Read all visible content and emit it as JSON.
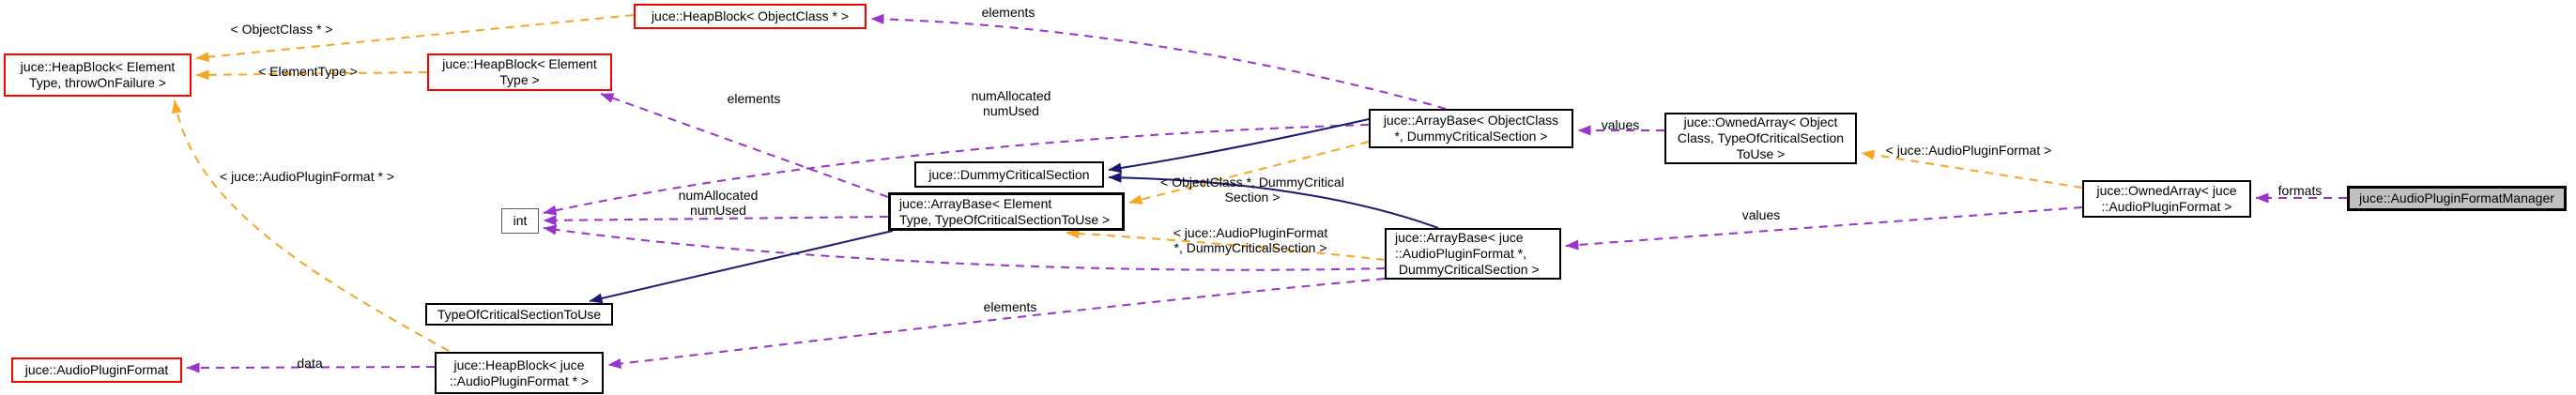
{
  "diagram": {
    "type": "collaboration-graph",
    "main_class": "juce::AudioPluginFormatManager"
  },
  "colors": {
    "template_edge": "#f5a623",
    "usage_edge": "#9a32cd",
    "inheritance_edge": "#191970",
    "template_node_border": "#ff0000",
    "node_border": "#000000",
    "main_node_fill": "#c0c0c0",
    "background": "#ffffff"
  },
  "nodes": {
    "hb_template": {
      "label": "juce::HeapBlock< Element\nType, throwOnFailure >"
    },
    "hb_objectclass": {
      "label": "juce::HeapBlock< ObjectClass * >"
    },
    "hb_elementtype": {
      "label": "juce::HeapBlock< Element\nType >"
    },
    "dummycs": {
      "label": "juce::DummyCriticalSection"
    },
    "arraybase_oc": {
      "label": "juce::ArrayBase< ObjectClass\n*, DummyCriticalSection >"
    },
    "ownedarray_oc": {
      "label": "juce::OwnedArray< Object\nClass, TypeOfCriticalSection\nToUse >"
    },
    "int_box": {
      "label": "int"
    },
    "arraybase_et": {
      "label": "juce::ArrayBase< Element\nType, TypeOfCriticalSectionToUse >"
    },
    "arraybase_apf": {
      "label": "juce::ArrayBase< juce\n::AudioPluginFormat *,\n DummyCriticalSection >"
    },
    "ownedarray_apf": {
      "label": "juce::OwnedArray< juce\n::AudioPluginFormat >"
    },
    "manager": {
      "label": "juce::AudioPluginFormatManager"
    },
    "typeofcs": {
      "label": "TypeOfCriticalSectionToUse"
    },
    "hb_apf": {
      "label": "juce::HeapBlock< juce\n::AudioPluginFormat * >"
    },
    "apf": {
      "label": "juce::AudioPluginFormat"
    }
  },
  "edge_labels": {
    "el_objectclass_star": "< ObjectClass * >",
    "el_elementtype": "< ElementType >",
    "el_elements_top": "elements",
    "el_num_top": "numAllocated\nnumUsed",
    "el_ocdcs": "< ObjectClass *, DummyCritical\nSection >",
    "el_values_top": "values",
    "el_apf_tmpl": "< juce::AudioPluginFormat >",
    "el_elements_mid": "elements",
    "el_num_mid": "numAllocated\nnumUsed",
    "el_apfdcs": "< juce::AudioPluginFormat\n*, DummyCriticalSection >",
    "el_values_bot": "values",
    "el_formats": "formats",
    "el_elements_bot": "elements",
    "el_apf_star": "< juce::AudioPluginFormat * >",
    "el_data": "data"
  },
  "edges": [
    {
      "from": "hb_objectclass",
      "to": "hb_template",
      "label": "< ObjectClass * >",
      "kind": "template"
    },
    {
      "from": "hb_elementtype",
      "to": "hb_template",
      "label": "< ElementType >",
      "kind": "template"
    },
    {
      "from": "hb_apf",
      "to": "hb_template",
      "label": "< juce::AudioPluginFormat * >",
      "kind": "template"
    },
    {
      "from": "arraybase_oc",
      "to": "arraybase_et",
      "label": "< ObjectClass *, DummyCritical Section >",
      "kind": "template"
    },
    {
      "from": "arraybase_apf",
      "to": "arraybase_et",
      "label": "< juce::AudioPluginFormat *, DummyCriticalSection >",
      "kind": "template"
    },
    {
      "from": "ownedarray_apf",
      "to": "ownedarray_oc",
      "label": "< juce::AudioPluginFormat >",
      "kind": "template"
    },
    {
      "from": "arraybase_oc",
      "to": "hb_objectclass",
      "label": "elements",
      "kind": "usage"
    },
    {
      "from": "arraybase_oc",
      "to": "int_box",
      "label": "numAllocated numUsed",
      "kind": "usage"
    },
    {
      "from": "arraybase_et",
      "to": "hb_elementtype",
      "label": "elements",
      "kind": "usage"
    },
    {
      "from": "arraybase_et",
      "to": "int_box",
      "label": "numAllocated numUsed",
      "kind": "usage"
    },
    {
      "from": "arraybase_apf",
      "to": "int_box",
      "label": "numAllocated numUsed",
      "kind": "usage"
    },
    {
      "from": "arraybase_apf",
      "to": "hb_apf",
      "label": "elements",
      "kind": "usage"
    },
    {
      "from": "ownedarray_oc",
      "to": "arraybase_oc",
      "label": "values",
      "kind": "usage"
    },
    {
      "from": "ownedarray_apf",
      "to": "arraybase_apf",
      "label": "values",
      "kind": "usage"
    },
    {
      "from": "manager",
      "to": "ownedarray_apf",
      "label": "formats",
      "kind": "usage"
    },
    {
      "from": "hb_apf",
      "to": "apf",
      "label": "data",
      "kind": "usage"
    },
    {
      "from": "arraybase_oc",
      "to": "dummycs",
      "kind": "inheritance"
    },
    {
      "from": "arraybase_apf",
      "to": "dummycs",
      "kind": "inheritance"
    },
    {
      "from": "arraybase_et",
      "to": "typeofcs",
      "kind": "inheritance"
    }
  ]
}
